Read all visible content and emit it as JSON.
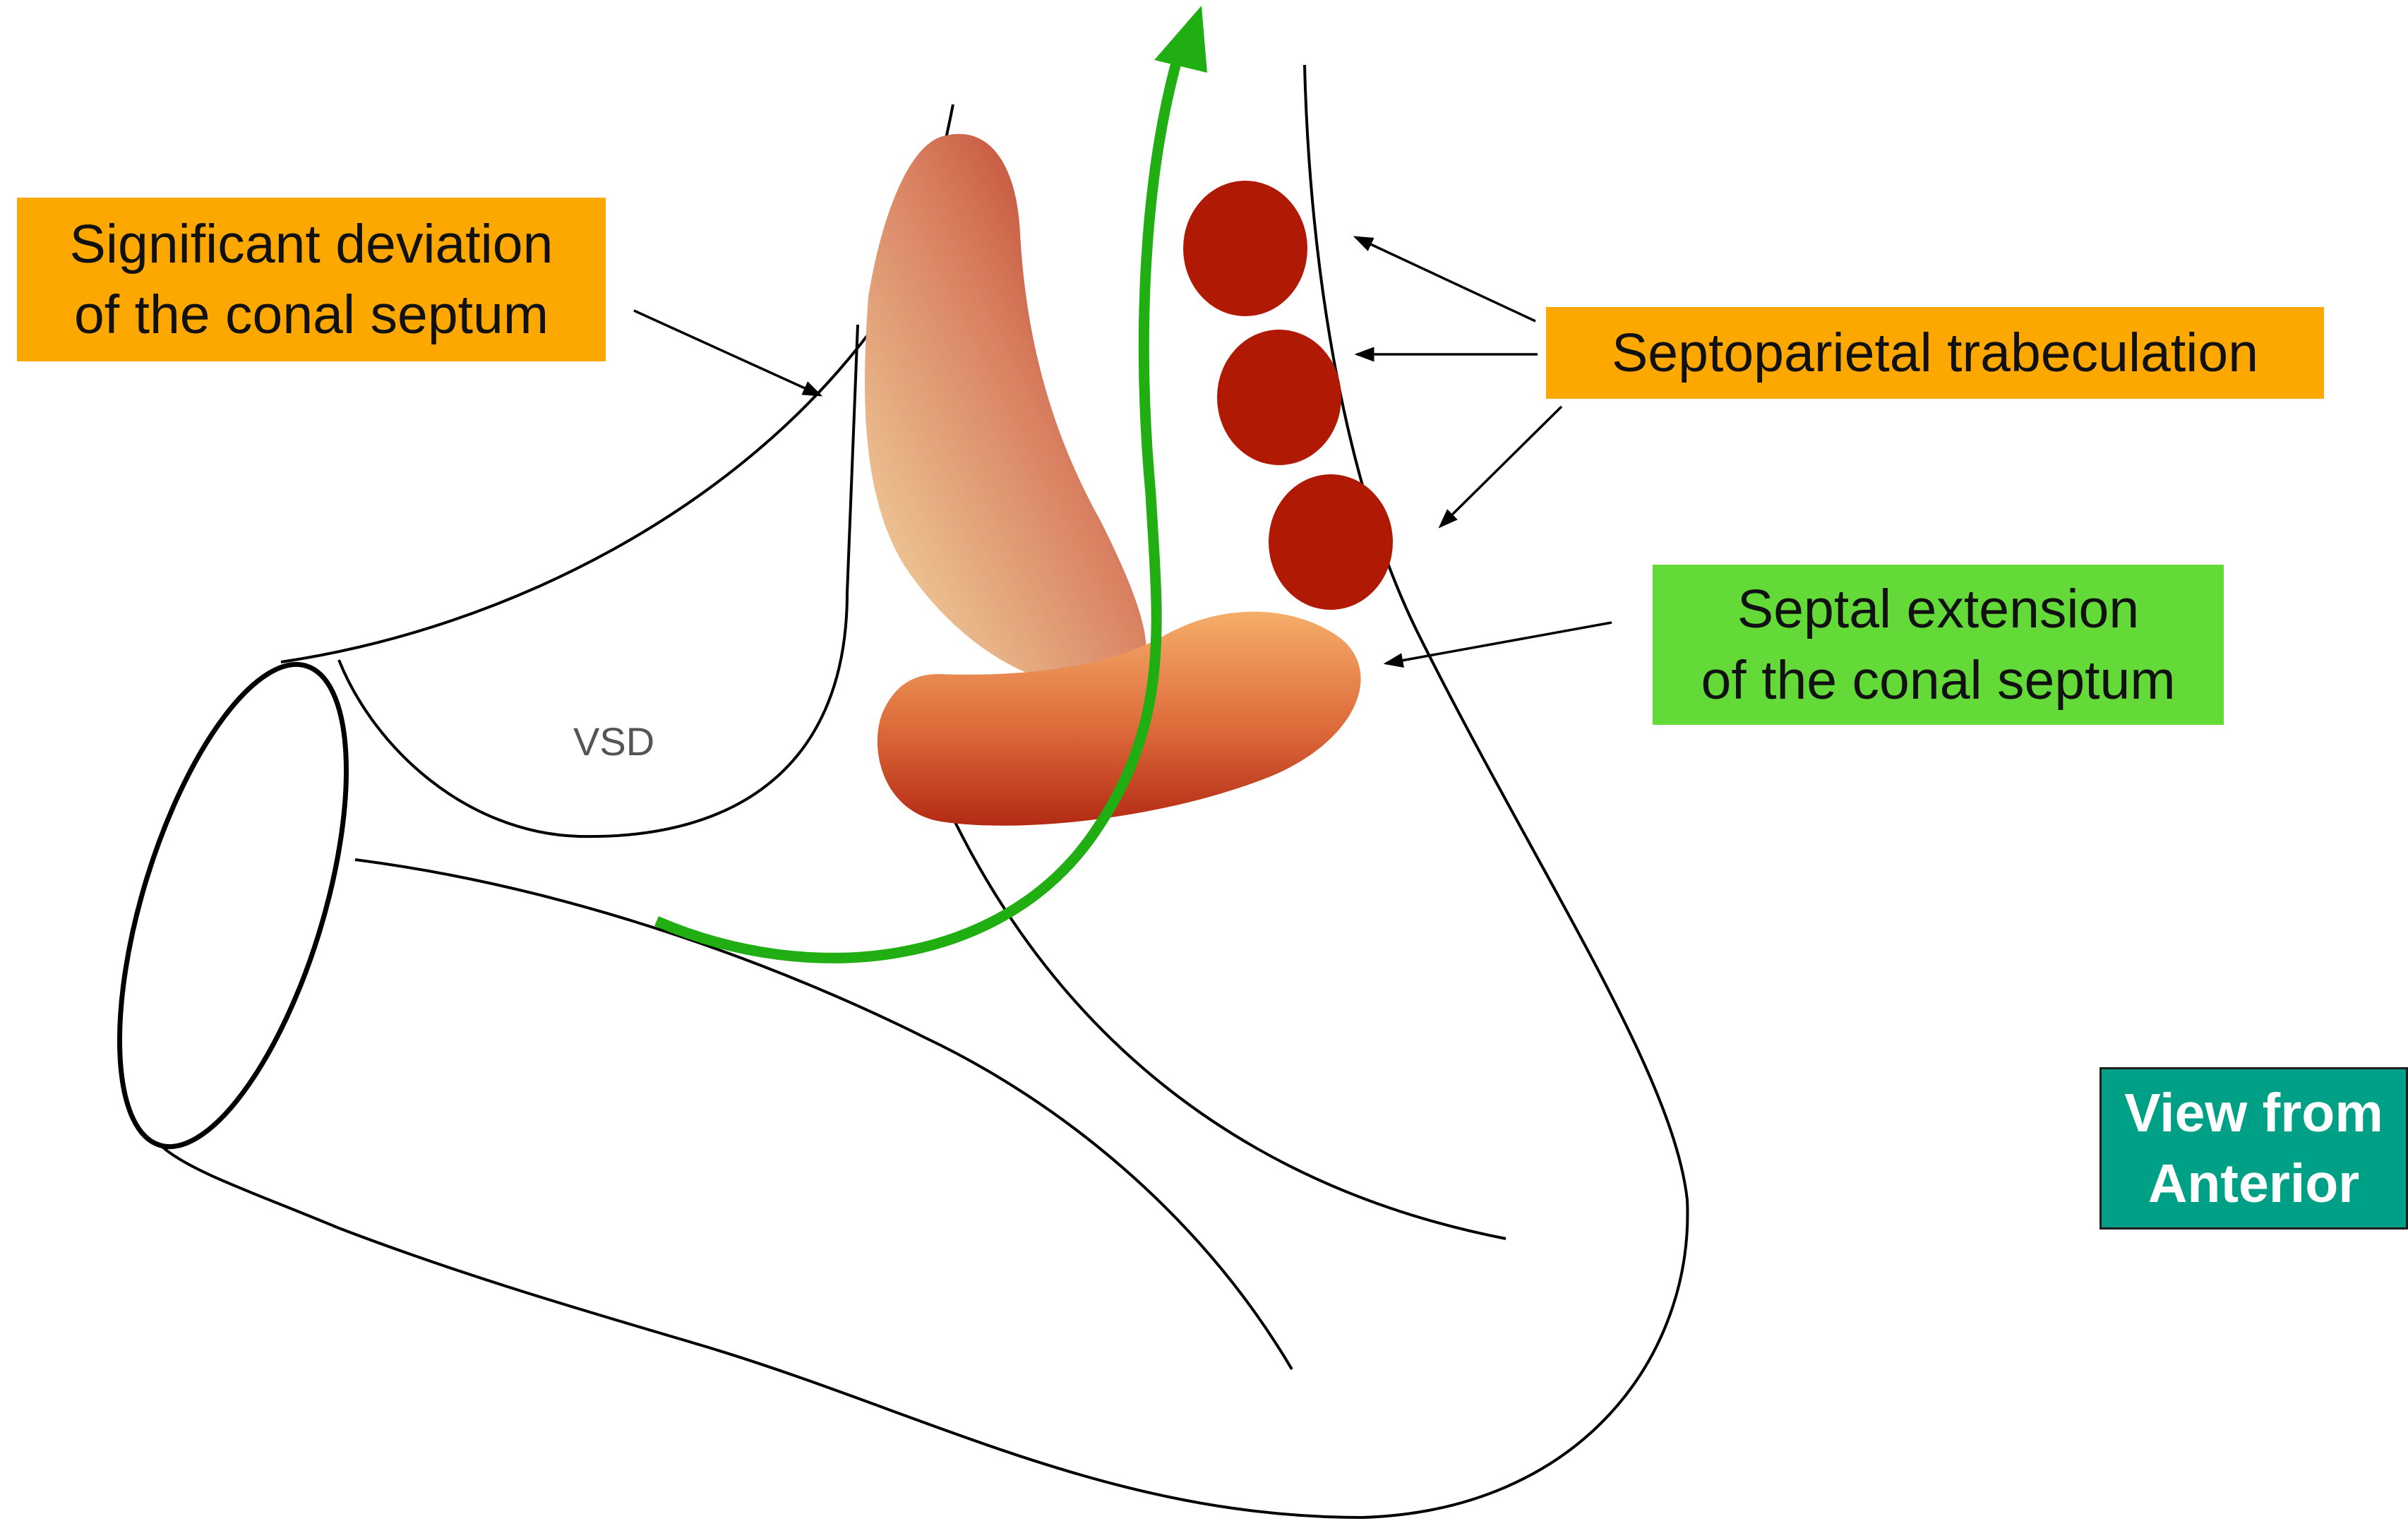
{
  "labels": {
    "conal_deviation": [
      "Significant deviation",
      "of the conal septum"
    ],
    "septoparietal": "Septoparietal trabeculation",
    "septal_extension": [
      "Septal extension",
      "of the conal septum"
    ],
    "view": [
      "View from",
      "Anterior"
    ],
    "vsd": "VSD"
  },
  "colors": {
    "label_orange": "#FDA800",
    "label_green": "#63DA38",
    "label_teal": "#00A086",
    "flow_arrow": "#20AE12",
    "trabeculation": "#B01A04",
    "outline": "#000000"
  },
  "trabeculation_count": 3
}
